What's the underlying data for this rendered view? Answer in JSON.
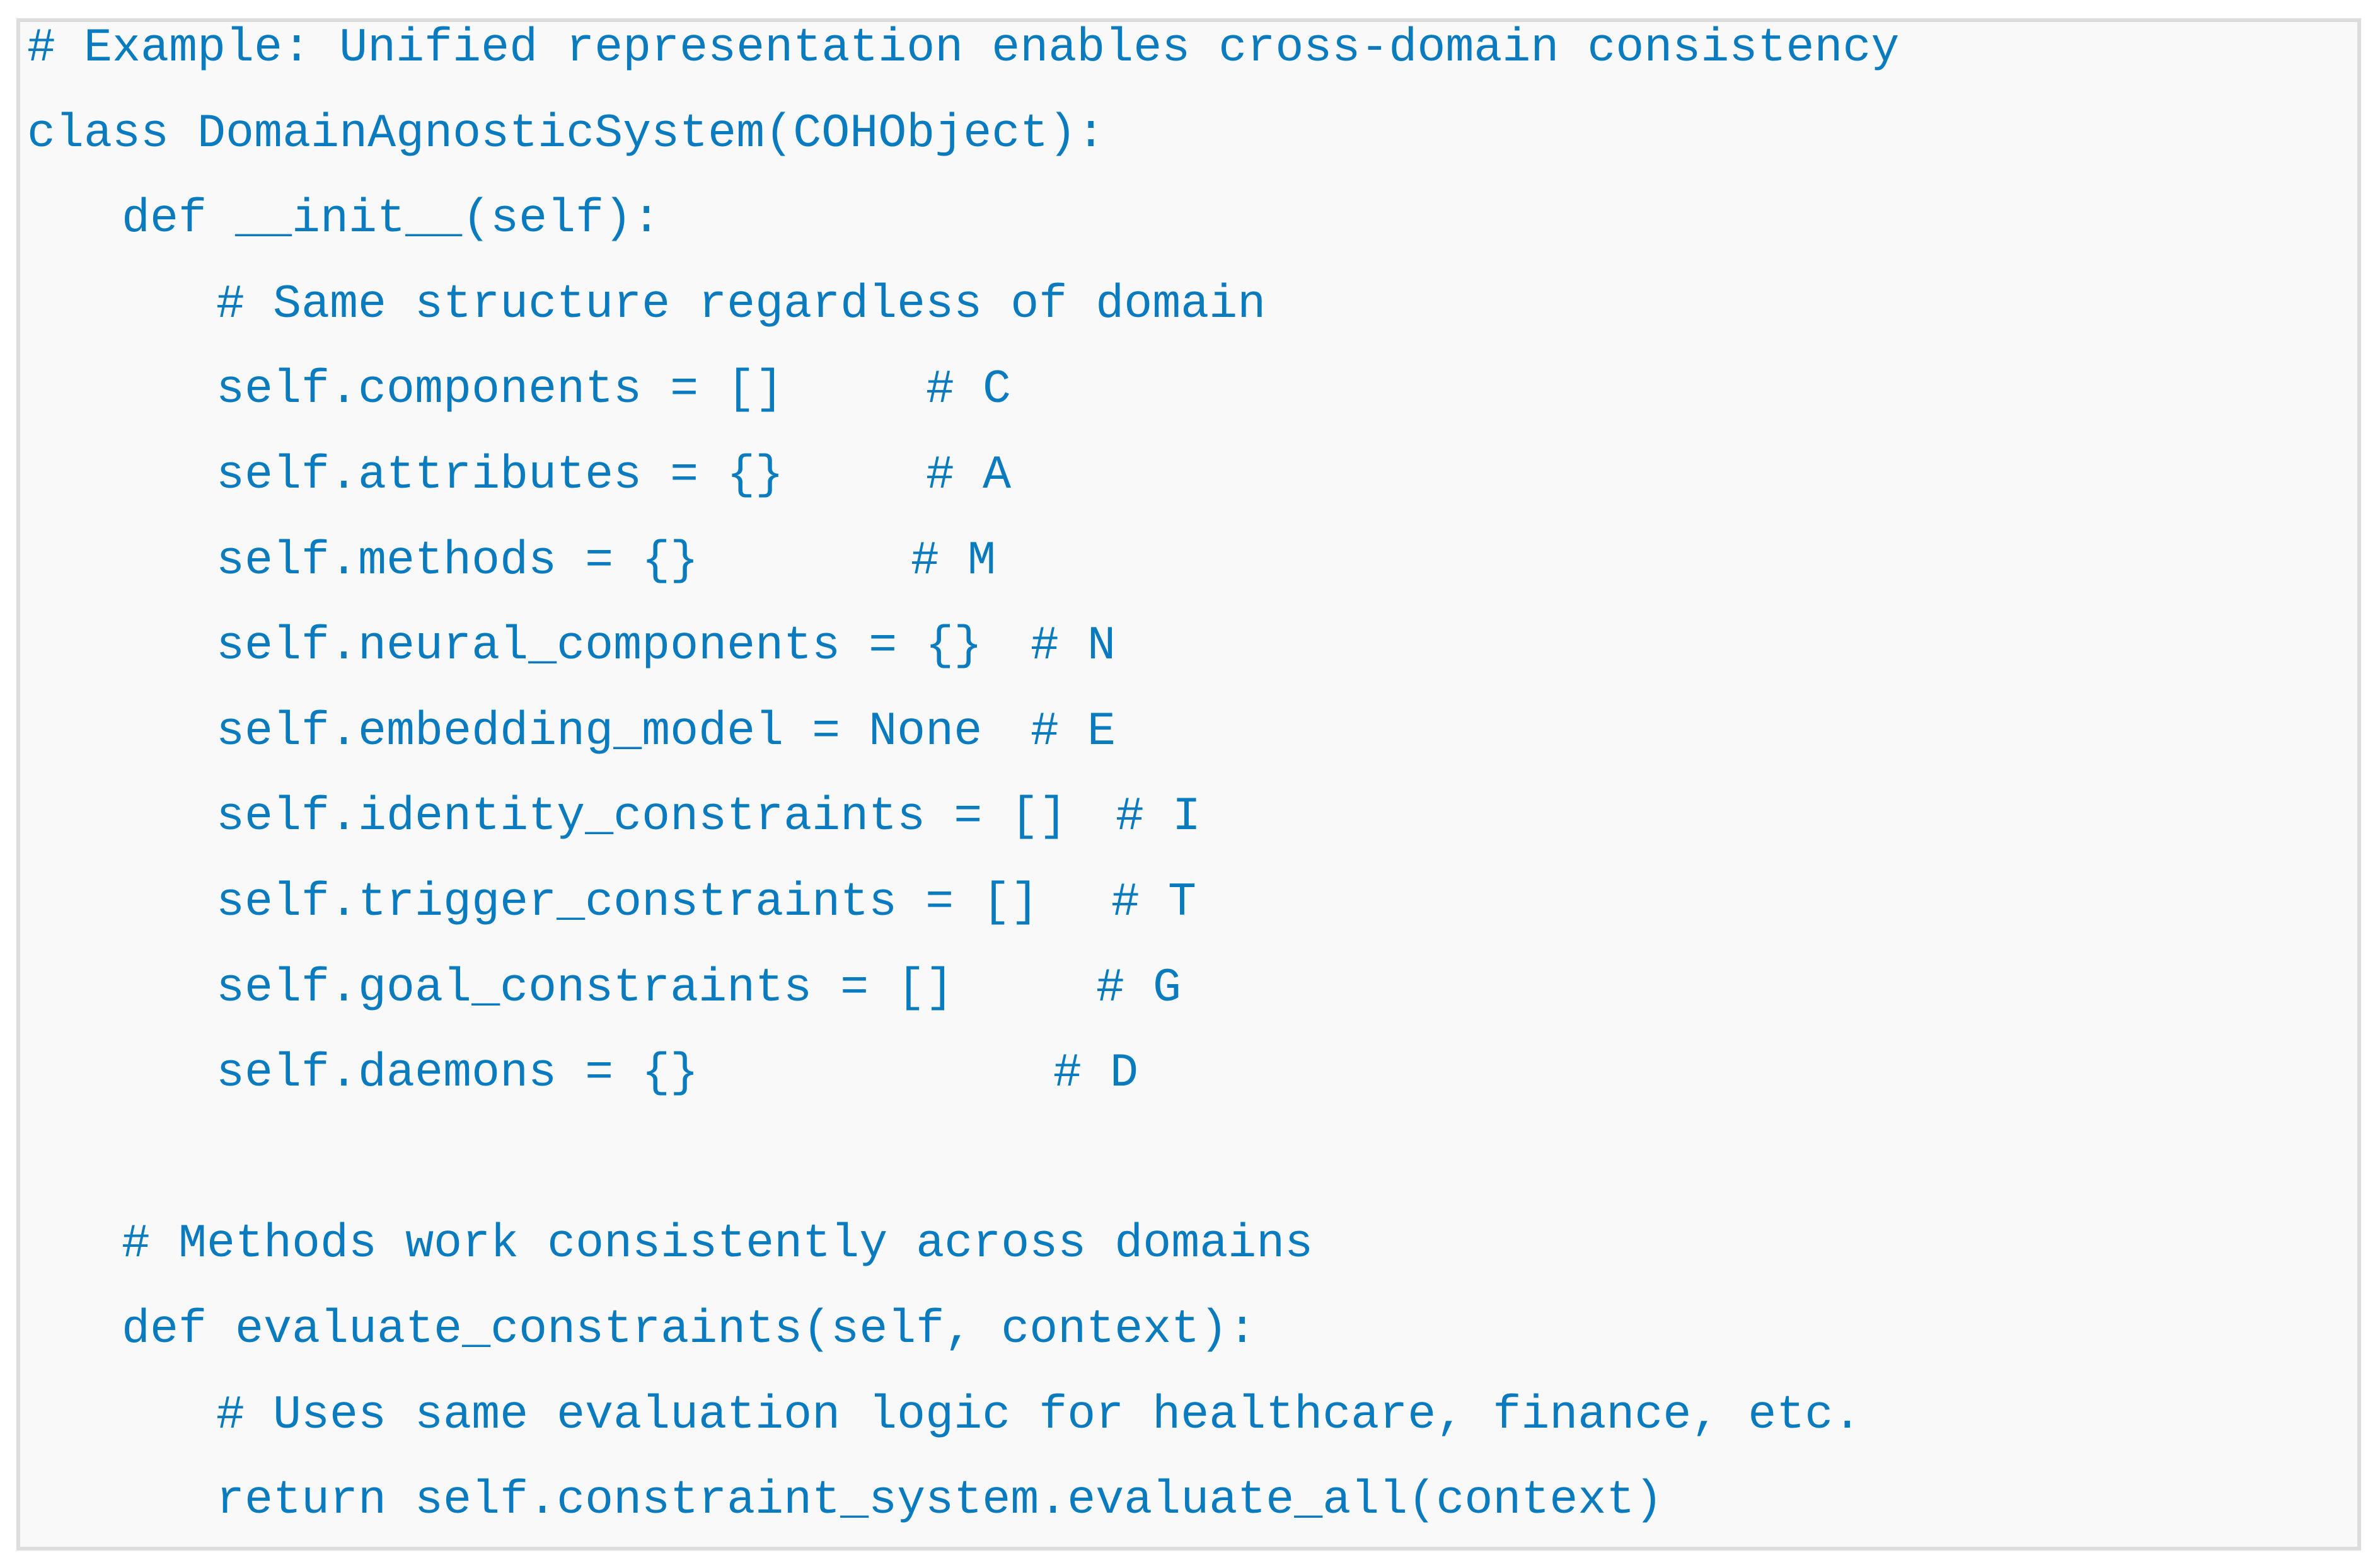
{
  "code_block": {
    "lines": [
      {
        "code": "# Example: Unified representation enables cross-domain consistency",
        "comment": ""
      },
      {
        "code": "class DomainAgnosticSystem(COHObject):",
        "comment": ""
      },
      {
        "code": "def __init__(self):",
        "comment": ""
      },
      {
        "code": "# Same structure regardless of domain",
        "comment": ""
      },
      {
        "code": "self.components = []",
        "comment": "# C"
      },
      {
        "code": "self.attributes = {}",
        "comment": "# A"
      },
      {
        "code": "self.methods = {}",
        "comment": "# M"
      },
      {
        "code": "self.neural_components = {}",
        "comment": "# N"
      },
      {
        "code": "self.embedding_model = None",
        "comment": "# E"
      },
      {
        "code": "self.identity_constraints = []",
        "comment": "# I"
      },
      {
        "code": "self.trigger_constraints = []",
        "comment": "# T"
      },
      {
        "code": "self.goal_constraints = []",
        "comment": "# G"
      },
      {
        "code": "self.daemons = {}",
        "comment": "# D"
      },
      {
        "code": "",
        "comment": ""
      },
      {
        "code": "# Methods work consistently across domains",
        "comment": ""
      },
      {
        "code": "def evaluate_constraints(self, context):",
        "comment": ""
      },
      {
        "code": "# Uses same evaluation logic for healthcare, finance, etc.",
        "comment": ""
      },
      {
        "code": "return self.constraint_system.evaluate_all(context)",
        "comment": ""
      }
    ],
    "text_color": "#0a7bbf",
    "background_color": "#f9f9f9",
    "border_color": "#dddddd"
  }
}
